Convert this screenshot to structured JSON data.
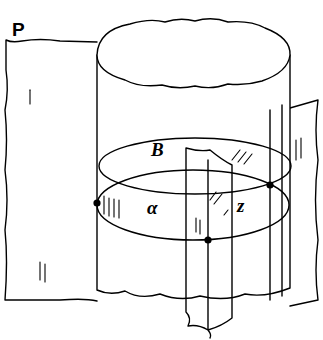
{
  "diagram": {
    "labels": [
      "P",
      "B",
      "α",
      "z"
    ]
  }
}
